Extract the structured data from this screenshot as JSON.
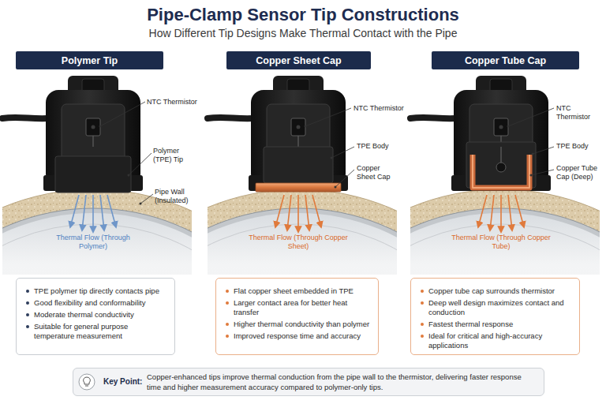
{
  "diagram": {
    "title": "Pipe-Clamp Sensor Tip Constructions",
    "nodes": [
      {
        "text": [
          "Polymer Tip"
        ]
      },
      {
        "text": [
          "Copper Sheet Cap"
        ]
      },
      {
        "text": [
          "Copper Tube Cap"
        ]
      },
      {
        "text": [
          "TPE polymer tip directly contacts pipe",
          "Good flexibility and conformability",
          "Moderate thermal conductivity",
          "Suitable for general purpose temperature measurement"
        ]
      },
      {
        "text": [
          "Flat copper sheet embedded in TPE",
          "Larger contact area for better heat transfer",
          "Higher thermal conductivity than polymer",
          "Improved response time and accuracy"
        ]
      },
      {
        "text": [
          "Copper tube cap surrounds thermistor",
          "Deep well design maximizes contact and conduction",
          "Fastest thermal response",
          "Ideal for critical and high-accuracy applications"
        ]
      },
      {
        "text": [
          "Key Point:",
          "Copper-enhanced tips improve thermal conduction from the pipe wall to the thermistor, delivering faster response time and higher measurement accuracy compared to polymer-only tips."
        ]
      }
    ],
    "labels": [
      "How Different Tip Designs Make Thermal Contact with the Pipe",
      "NTC Thermistor",
      "Polymer (TPE) Tip",
      "Pipe Wall (Insulated)",
      "Thermal Flow (Through Polymer)",
      "NTC Thermistor",
      "TPE Body",
      "Copper Sheet Cap",
      "Thermal Flow (Through Copper Sheet)",
      "NTC Thermistor",
      "TPE Body",
      "Copper Tube Cap (Deep)",
      "Thermal Flow (Through Copper Tube)"
    ]
  }
}
